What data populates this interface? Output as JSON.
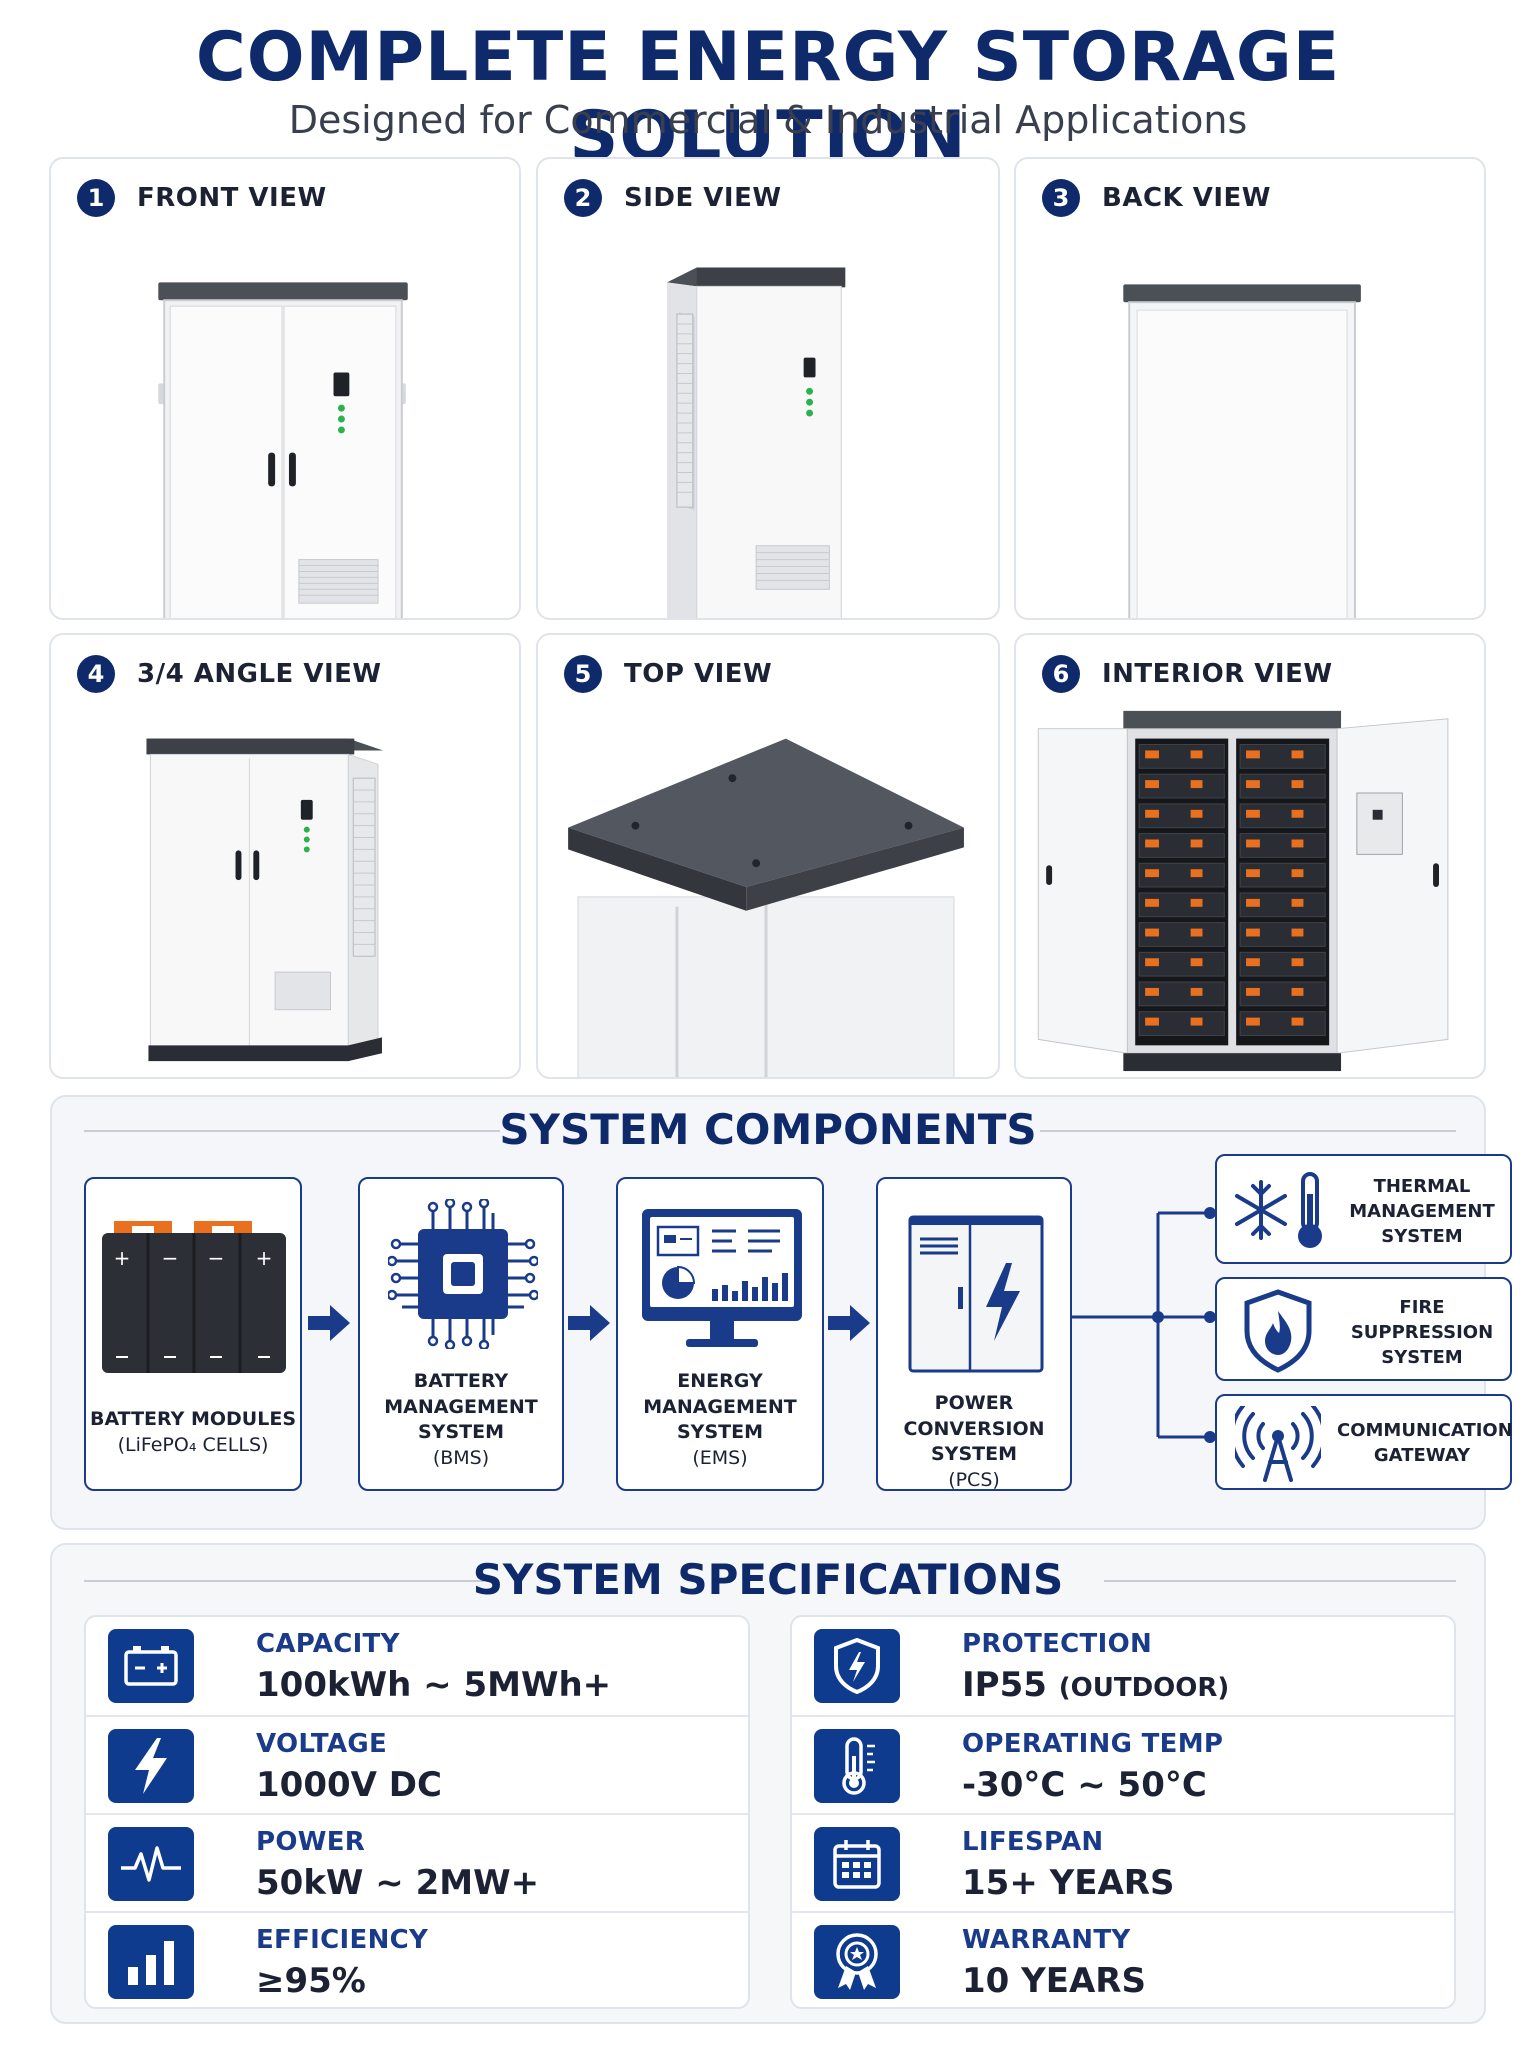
{
  "header": {
    "title": "COMPLETE ENERGY STORAGE SOLUTION",
    "subtitle": "Designed for Commercial & Industrial Applications"
  },
  "views": [
    {
      "number": "1",
      "label": "FRONT VIEW"
    },
    {
      "number": "2",
      "label": "SIDE VIEW"
    },
    {
      "number": "3",
      "label": "BACK VIEW"
    },
    {
      "number": "4",
      "label": "3/4 ANGLE VIEW"
    },
    {
      "number": "5",
      "label": "TOP VIEW"
    },
    {
      "number": "6",
      "label": "INTERIOR VIEW"
    }
  ],
  "components": {
    "title": "SYSTEM COMPONENTS",
    "main": [
      {
        "line1": "BATTERY MODULES",
        "line2": "(LiFePO₄ CELLS)",
        "icon": "battery-modules-icon"
      },
      {
        "line1": "BATTERY",
        "line2": "MANAGEMENT",
        "line3": "SYSTEM",
        "line4": "(BMS)",
        "icon": "chip-icon"
      },
      {
        "line1": "ENERGY",
        "line2": "MANAGEMENT",
        "line3": "SYSTEM",
        "line4": "(EMS)",
        "icon": "monitor-dashboard-icon"
      },
      {
        "line1": "POWER",
        "line2": "CONVERSION",
        "line3": "SYSTEM",
        "line4": "(PCS)",
        "icon": "power-cabinet-icon"
      }
    ],
    "side": [
      {
        "line1": "THERMAL",
        "line2": "MANAGEMENT",
        "line3": "SYSTEM",
        "icon": "snowflake-thermometer-icon"
      },
      {
        "line1": "FIRE",
        "line2": "SUPPRESSION",
        "line3": "SYSTEM",
        "icon": "fire-shield-icon"
      },
      {
        "line1": "COMMUNICATION",
        "line2": "GATEWAY",
        "icon": "antenna-icon"
      }
    ],
    "battery_marks": [
      "+",
      "−",
      "−",
      "+"
    ]
  },
  "specs": {
    "title": "SYSTEM SPECIFICATIONS",
    "left": [
      {
        "name": "CAPACITY",
        "value": "100kWh ~ 5MWh+",
        "icon": "battery-icon"
      },
      {
        "name": "VOLTAGE",
        "value": "1000V DC",
        "icon": "lightning-icon"
      },
      {
        "name": "POWER",
        "value": "50kW ~ 2MW+",
        "icon": "waveform-icon"
      },
      {
        "name": "EFFICIENCY",
        "value": "≥95%",
        "icon": "bar-chart-icon"
      }
    ],
    "right": [
      {
        "name": "PROTECTION",
        "value": "IP55",
        "unit": "(OUTDOOR)",
        "icon": "shield-icon"
      },
      {
        "name": "OPERATING TEMP",
        "value": "-30°C ~ 50°C",
        "icon": "thermometer-icon"
      },
      {
        "name": "LIFESPAN",
        "value": "15+ YEARS",
        "icon": "calendar-icon"
      },
      {
        "name": "WARRANTY",
        "value": "10 YEARS",
        "icon": "award-badge-icon"
      }
    ]
  },
  "colors": {
    "navy": "#0f2a6b",
    "accent_blue": "#1a3b8a",
    "indicator_green": "#2bb24c",
    "battery_orange": "#e8701f"
  }
}
